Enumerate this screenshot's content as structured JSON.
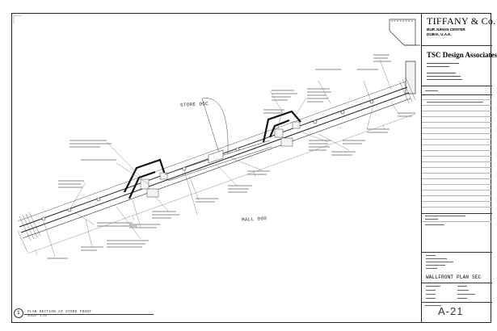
{
  "title_block": {
    "client_name": "TIFFANY & Co.",
    "client_location_line1": "BUR JUMAN CENTER",
    "client_location_line2": "DUBAI, U.A.E.",
    "firm_name": "TSC Design Associates",
    "sheet_title": "WALLFRONT PLAN SEC",
    "sheet_number": "A-21"
  },
  "plan": {
    "room_labels": [
      "STORE 00C",
      "MALL 000"
    ]
  },
  "drawing_label": {
    "number": "1",
    "title": "PLAN SECTION AT STORE FRONT",
    "scale": "SCALE: 1:20"
  }
}
